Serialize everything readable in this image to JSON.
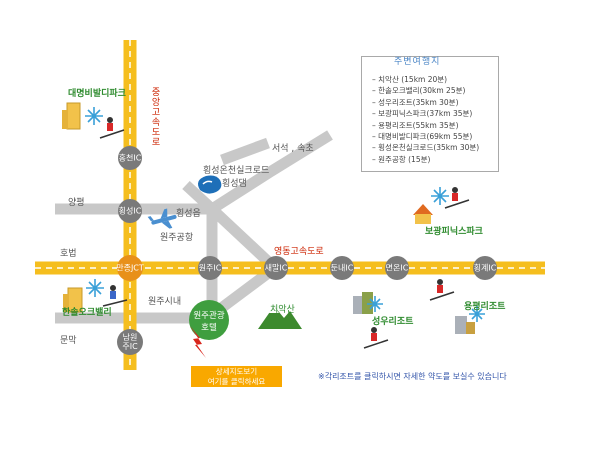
{
  "legend": {
    "title": "주변여행지",
    "items": [
      "치악산 (15km 20분)",
      "한솔오크밸리(30km 25분)",
      "성우리조트(35km 30분)",
      "보광피닉스파크(37km   35분)",
      "용평리조트(55km 35분)",
      "대명비발디파크(69km 55분)",
      "횡성온천실크로드(35km 30분)",
      "원주공항 (15분)"
    ]
  },
  "resorts": {
    "daemyung": "대명비발디파크",
    "hansol": "한솔오크밸리",
    "bogwang": "보광피닉스파크",
    "yongpyong": "용평리조트",
    "sungwoo": "성우리조트"
  },
  "expressways": {
    "jungang": "중앙고속도로",
    "yeongdong": "영동고속도로"
  },
  "ic": {
    "hongcheon": "홍천IC",
    "hoengseong": "횡성IC",
    "manjong": "만종JCT",
    "wonju": "원주IC",
    "saemal": "새말IC",
    "dunnae": "둔내IC",
    "myeonon": "면온IC",
    "hoenggye": "횡계IC",
    "namwonju": "남원주IC"
  },
  "places": {
    "seoseok": "서석 , 속초",
    "silkroad": "횡성온천실크로드",
    "hoengseong_dam": "횡성댐",
    "yangpyeong": "양평",
    "hoengseong_eup": "횡성읍",
    "airport": "원주공항",
    "hobeop": "호법",
    "wonju_city": "원주시내",
    "munmak": "문막",
    "chiaksan": "치악산",
    "hotel_line1": "원주관광",
    "hotel_line2": "호텔"
  },
  "cta": {
    "line1": "상세지도보기",
    "line2": "여기를 클릭하세요"
  },
  "note": "※각리조트를 클릭하시면 자세한 약도를 보실수 있습니다",
  "colors": {
    "expressway": "#f5be1e",
    "road": "#c8c8c8",
    "ic_node": "#7a7a7a",
    "jct_node": "#e8901a",
    "hotel_node": "#3f9e3f",
    "cta": "#f9a800"
  }
}
